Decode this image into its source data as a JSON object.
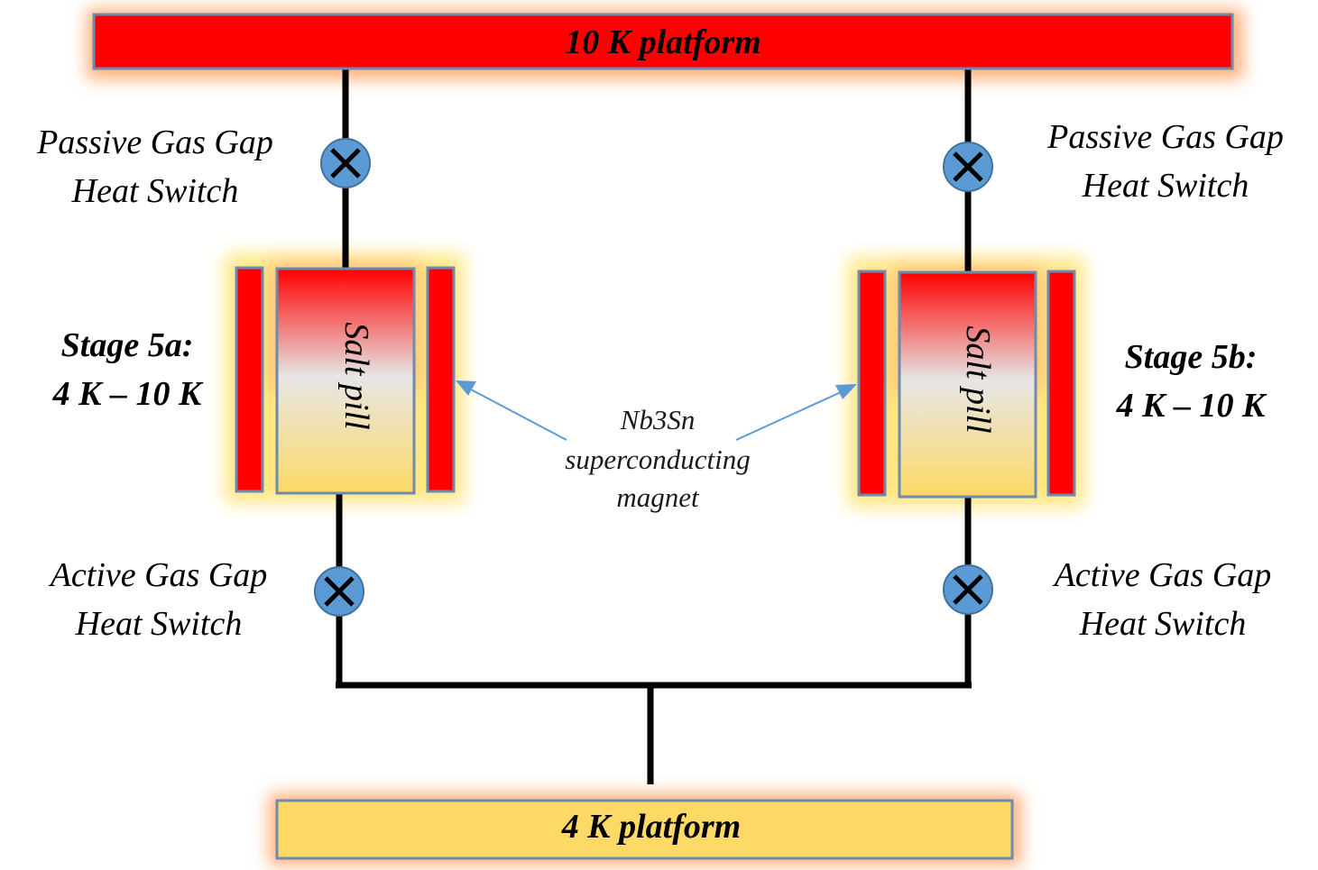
{
  "platforms": {
    "top": {
      "label": "10 K platform",
      "fill": "#ff0000"
    },
    "bottom": {
      "label": "4 K platform",
      "fill": "#ffd966"
    }
  },
  "stages": {
    "left": {
      "title": "Stage 5a:",
      "range": "4 K – 10 K",
      "pill_label": "Salt pill"
    },
    "right": {
      "title": "Stage 5b:",
      "range": "4 K – 10 K",
      "pill_label": "Salt pill"
    }
  },
  "switches": {
    "passive_left": {
      "line1": "Passive Gas Gap",
      "line2": "Heat Switch",
      "icon": "x-circle-icon"
    },
    "passive_right": {
      "line1": "Passive Gas Gap",
      "line2": "Heat Switch",
      "icon": "x-circle-icon"
    },
    "active_left": {
      "line1": "Active Gas Gap",
      "line2": "Heat Switch",
      "icon": "x-circle-icon"
    },
    "active_right": {
      "line1": "Active Gas Gap",
      "line2": "Heat Switch",
      "icon": "x-circle-icon"
    }
  },
  "magnet": {
    "line1": "Nb3Sn",
    "line2": "superconducting",
    "line3": "magnet"
  },
  "colors": {
    "hot": "#ff0000",
    "cold": "#ffd966",
    "switch": "#5b9bd5",
    "outline": "#6d8bb0",
    "glow_hot": "#ffb07a",
    "glow_cold": "#ffe680"
  }
}
